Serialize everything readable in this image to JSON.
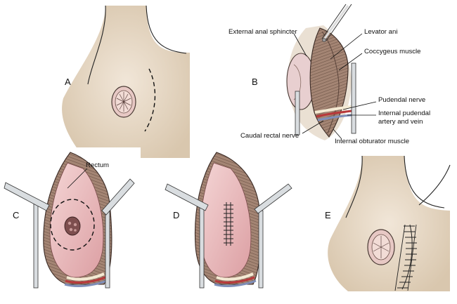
{
  "panels": {
    "a": {
      "letter": "A"
    },
    "b": {
      "letter": "B"
    },
    "c": {
      "letter": "C"
    },
    "d": {
      "letter": "D"
    },
    "e": {
      "letter": "E"
    }
  },
  "labels": {
    "external_anal_sphincter": "External anal sphincter",
    "levator_ani": "Levator ani",
    "coccygeus_muscle": "Coccygeus muscle",
    "pudendal_nerve": "Pudendal nerve",
    "internal_pudendal_line1": "Internal pudendal",
    "internal_pudendal_line2": "artery and vein",
    "caudal_rectal_nerve": "Caudal rectal nerve",
    "internal_obturator_muscle": "Internal obturator muscle",
    "rectum": "Rectum"
  },
  "colors": {
    "skin": "#e9dccb",
    "skin_shadow": "#d8c6ad",
    "rectum": "#e7b8ba",
    "rectum_light": "#f3d2d3",
    "muscle": "#9a7c6b",
    "muscle_dark": "#6d5446",
    "instrument": "#d9dde0",
    "nerve": "#f4ead3",
    "vessel_red": "#b8383a",
    "vessel_blue": "#7f8fb9"
  }
}
